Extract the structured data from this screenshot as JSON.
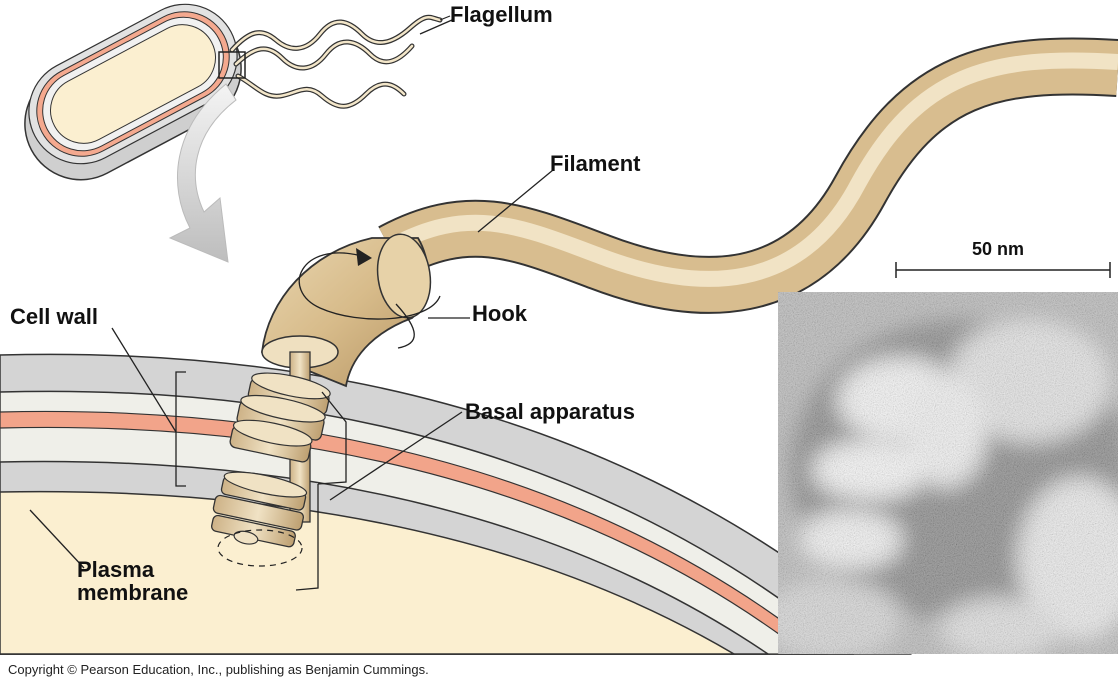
{
  "labels": {
    "flagellum": "Flagellum",
    "filament": "Filament",
    "hook": "Hook",
    "cell_wall": "Cell wall",
    "basal_apparatus": "Basal apparatus",
    "plasma_membrane": "Plasma\nmembrane",
    "scale_bar": "50 nm"
  },
  "copyright": "Copyright © Pearson Education, Inc., publishing as Benjamin Cummings.",
  "colors": {
    "cell_interior": "#fbefd0",
    "membrane_pink": "#f2a48a",
    "wall_gray": "#d4d4d4",
    "filament_tan": "#d9bf92",
    "filament_highlight": "#f0e1c2",
    "outline": "#222222"
  }
}
